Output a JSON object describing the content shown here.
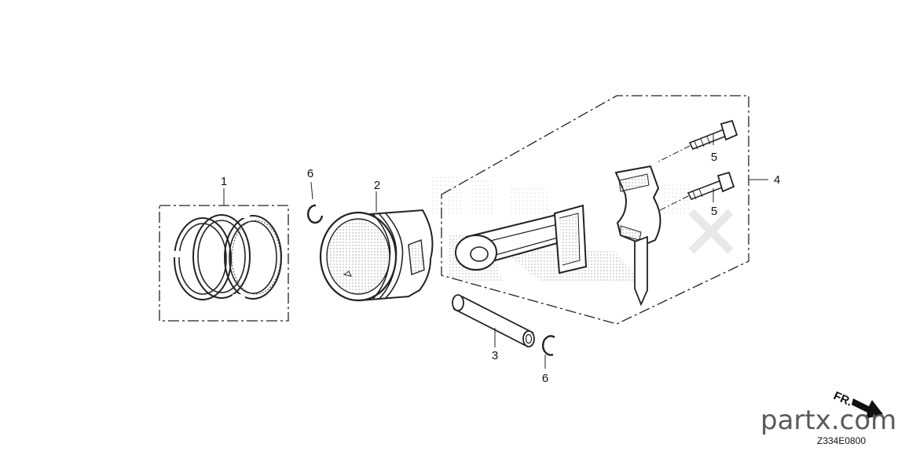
{
  "callouts": [
    {
      "id": "c1",
      "label": "1"
    },
    {
      "id": "c2",
      "label": "2"
    },
    {
      "id": "c3",
      "label": "3"
    },
    {
      "id": "c4",
      "label": "4"
    },
    {
      "id": "c5a",
      "label": "5"
    },
    {
      "id": "c5b",
      "label": "5"
    },
    {
      "id": "c6a",
      "label": "6"
    },
    {
      "id": "c6b",
      "label": "6"
    }
  ],
  "direction_mark": "FR.",
  "watermark": "partx.com",
  "diagram_code": "Z334E0800"
}
